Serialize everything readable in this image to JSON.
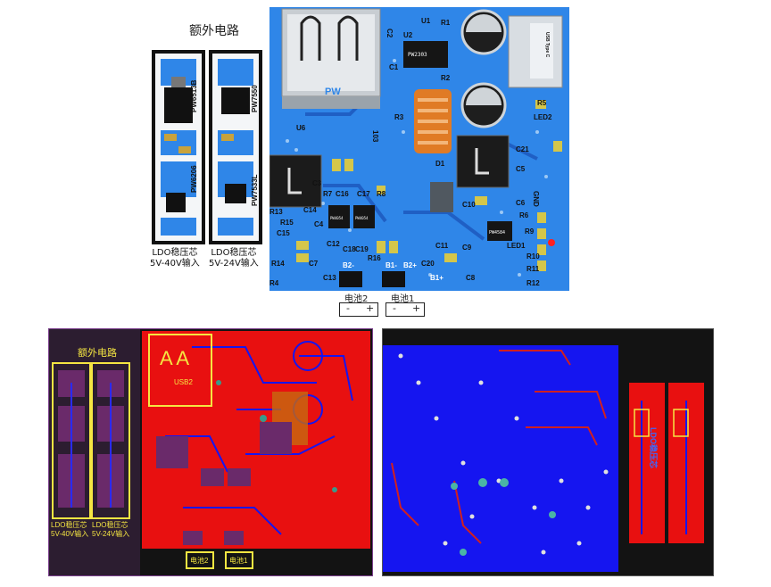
{
  "top": {
    "extra_circuit_title": "额外电路",
    "ldo_left": {
      "chip_a": "PW6513B",
      "chip_b": "PW6206",
      "line1": "LDO稳压芯",
      "line2": "5V-40V输入"
    },
    "ldo_right": {
      "chip_a": "PW7550",
      "chip_b": "PW7533L",
      "line1": "LDO稳压芯",
      "line2": "5V-24V输入"
    },
    "pcb": {
      "usb_a_label": "PW",
      "usb_c_label": "USB Type C",
      "chip_top": "PW2303",
      "chip_mid_left": "PW4054",
      "chip_mid_right": "PW4054",
      "chip_right": "PW4584",
      "gnd": "GND",
      "battery2_pad": "B2-",
      "battery1_pad_a": "B1+",
      "battery1_pad_b": "B2+",
      "battery1_pad_c": "B1-",
      "refs": [
        "C1",
        "C2",
        "R1",
        "R2",
        "R3",
        "R4",
        "R5",
        "R6",
        "R7",
        "R8",
        "R9",
        "R10",
        "R11",
        "R12",
        "R13",
        "R14",
        "R15",
        "R16",
        "C3",
        "C4",
        "C5",
        "C6",
        "C7",
        "C8",
        "C9",
        "C10",
        "C11",
        "C12",
        "C13",
        "C14",
        "C15",
        "C16",
        "C17",
        "C18",
        "C19",
        "C20",
        "C21",
        "D1",
        "U1",
        "U2",
        "U6",
        "LED1",
        "LED2",
        "103"
      ]
    },
    "battery2_label": "电池2",
    "battery1_label": "电池1",
    "minus": "-",
    "plus": "+"
  },
  "bottom_left": {
    "extra_circuit_title": "额外电路",
    "big_letters": "A A",
    "usb2": "USB2",
    "ldo_left": {
      "line1": "LDO稳压芯",
      "line2": "5V-40V输入"
    },
    "ldo_right": {
      "line1": "LDO稳压芯",
      "line2": "5V-24V输入"
    },
    "battery2_label": "电池2",
    "battery1_label": "电池1"
  },
  "bottom_right": {
    "ldo_label": "LDO稳压芯"
  },
  "colors": {
    "pcb_blue": "#2f86e8",
    "pcb_dark_blue": "#1f5fc4",
    "copper_red": "#e81010",
    "inner_blue": "#1515f0",
    "silk_yellow": "#f5e642",
    "board_purple": "#4a2a5a"
  }
}
